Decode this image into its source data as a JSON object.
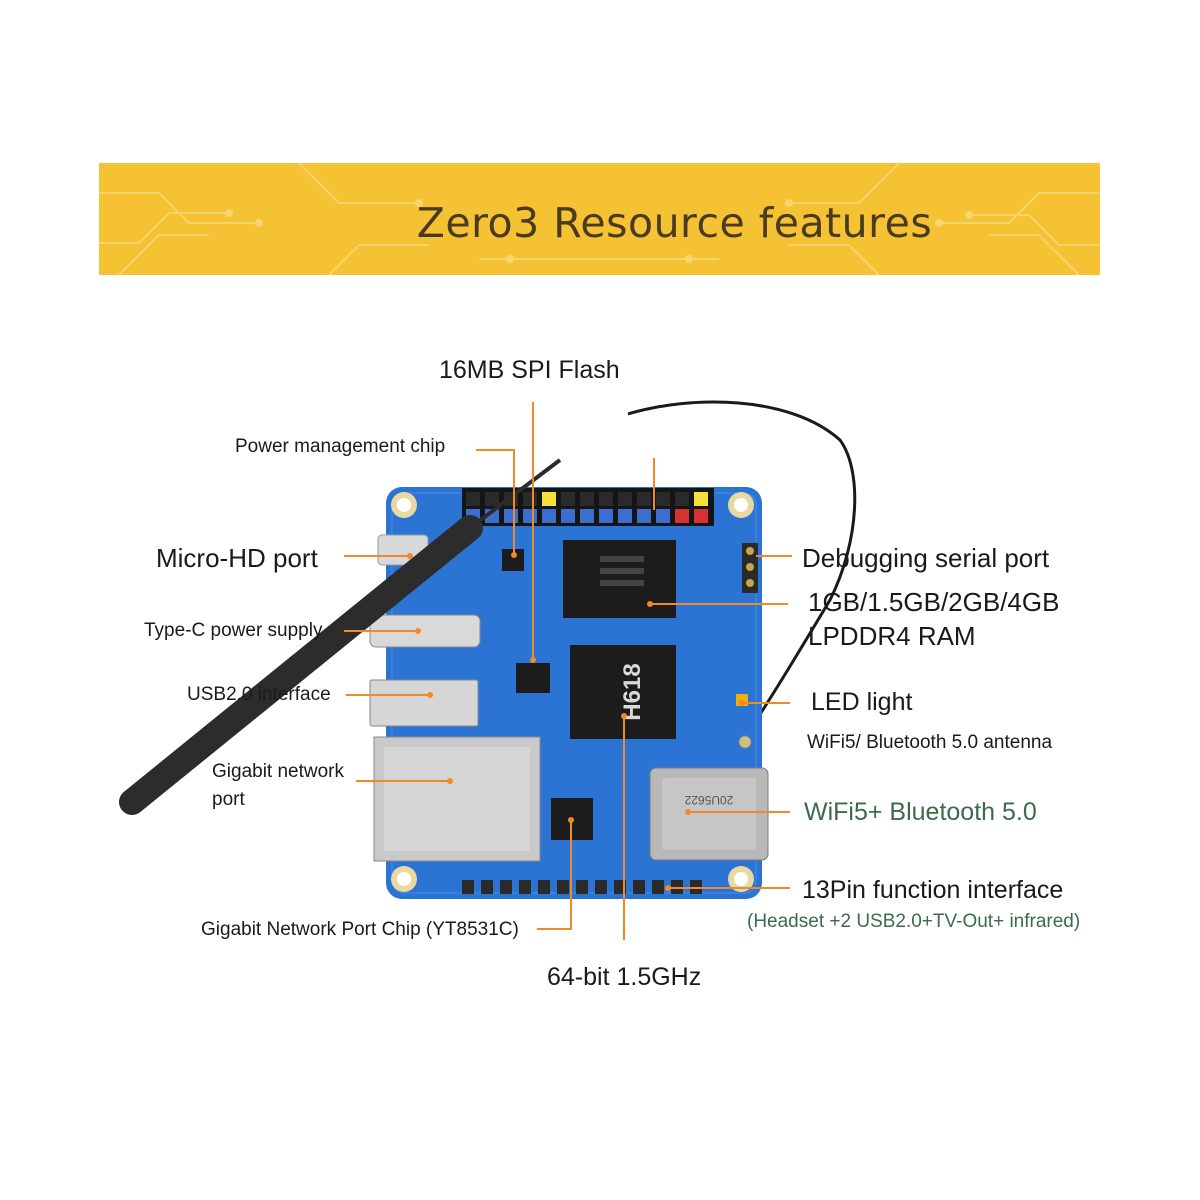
{
  "title": "Zero3 Resource features",
  "colors": {
    "banner": "#f4c232",
    "leader_line": "#f08a28",
    "board": "#2b74d4",
    "accent_text": "#3b6b4a"
  },
  "labels": {
    "spi_flash": "16MB SPI Flash",
    "power_chip": "Power management  chip",
    "micro_hd": "Micro-HD port",
    "type_c": "Type-C power supply",
    "usb2": "USB2.0 interface",
    "gigabit_port_line1": "Gigabit network",
    "gigabit_port_line2": "port",
    "gigabit_chip": "Gigabit Network Port Chip (YT8531C)",
    "cpu": "64-bit 1.5GHz",
    "debug_serial": "Debugging serial port",
    "ram_line1": "1GB/1.5GB/2GB/4GB",
    "ram_line2": "LPDDR4 RAM",
    "led": "LED light",
    "antenna": "WiFi5/ Bluetooth 5.0 antenna",
    "wifi_bt": "WiFi5+ Bluetooth 5.0",
    "pin13": "13Pin function interface",
    "pin13_detail": "(Headset +2 USB2.0+TV-Out+ infrared)"
  },
  "chip_markings": {
    "soc": "H618",
    "wifi_module": "20U5622"
  }
}
